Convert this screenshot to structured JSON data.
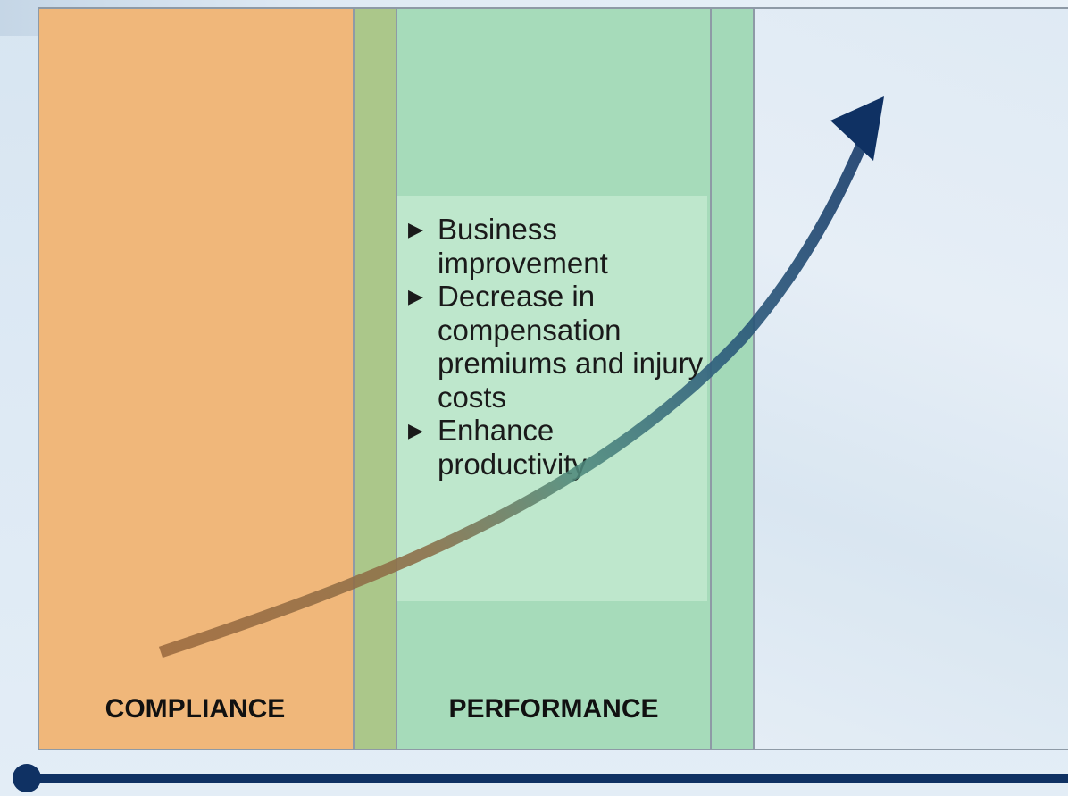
{
  "columns": {
    "compliance_label": "COMPLIANCE",
    "performance_label": "PERFORMANCE"
  },
  "bullets": [
    {
      "text": "Business improvement"
    },
    {
      "text": "Decrease in compensation premiums and injury costs"
    },
    {
      "text": "Enhance productivity"
    }
  ],
  "bullet_marker": "▶",
  "colors": {
    "compliance": "#f0b77a",
    "performance": "#a6dbba",
    "arrow": "#0f3163",
    "arrow_tail": "#9b6a3f"
  },
  "icons": {
    "timeline_marker": "circle",
    "growth_arrow": "curved-arrow-up-right"
  }
}
